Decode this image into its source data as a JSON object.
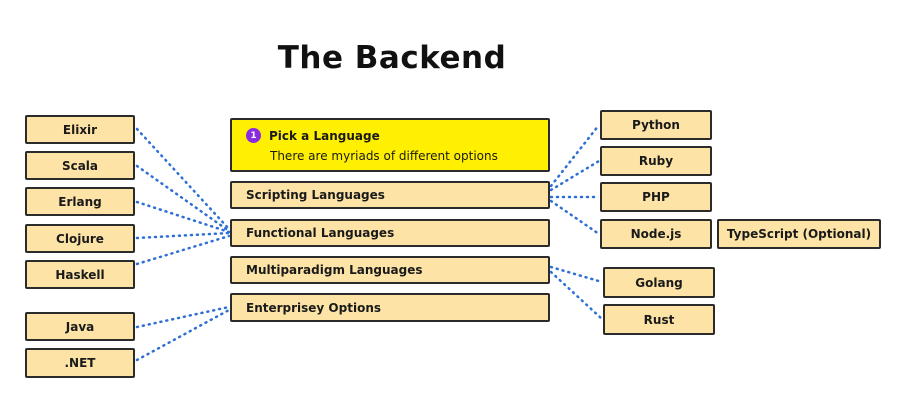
{
  "title": "The Backend",
  "intro": {
    "step": "1",
    "heading": "Pick a Language",
    "description": "There are myriads of different options"
  },
  "categories": {
    "scripting": "Scripting Languages",
    "functional": "Functional Languages",
    "multiparadigm": "Multiparadigm Languages",
    "enterprise": "Enterprisey Options"
  },
  "languages": {
    "elixir": "Elixir",
    "scala": "Scala",
    "erlang": "Erlang",
    "clojure": "Clojure",
    "haskell": "Haskell",
    "java": "Java",
    "dotnet": ".NET",
    "python": "Python",
    "ruby": "Ruby",
    "php": "PHP",
    "nodejs": "Node.js",
    "typescript": "TypeScript (Optional)",
    "golang": "Golang",
    "rust": "Rust"
  },
  "colors": {
    "node_fill": "#fde4a6",
    "intro_fill": "#ffef00",
    "badge": "#8a2be2",
    "connector": "#2e6fd6",
    "border": "#2b2b2b"
  }
}
